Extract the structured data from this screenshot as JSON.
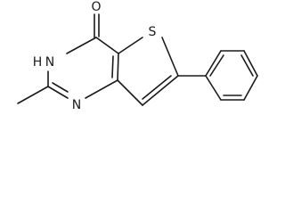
{
  "structure": {
    "labels": {
      "oxygen": "O",
      "sulfur": "S",
      "nh_h": "H",
      "nh_n": "N",
      "ring_n": "N"
    }
  }
}
